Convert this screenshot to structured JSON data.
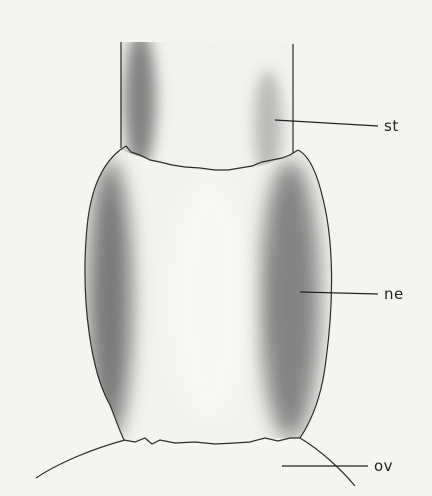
{
  "labels": {
    "stalk": "st",
    "nectary": "ne",
    "ovary": "ov"
  },
  "colors": {
    "paper": "#f6f6f3",
    "ink": "#2b2b2b",
    "shading": "#6a6a6a"
  }
}
